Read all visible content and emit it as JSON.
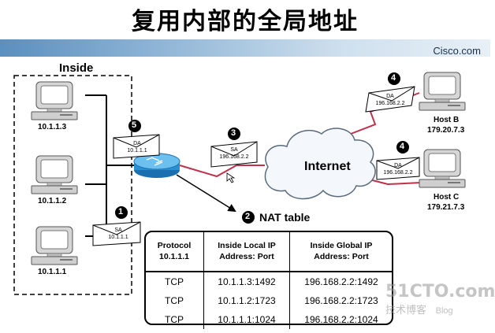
{
  "title": "复用内部的全局地址",
  "brand": "Cisco.com",
  "inside_label": "Inside",
  "internet_label": "Internet",
  "hosts_inside": [
    "10.1.1.3",
    "10.1.1.2",
    "10.1.1.1"
  ],
  "host_b": {
    "name": "Host B",
    "ip": "179.20.7.3"
  },
  "host_c": {
    "name": "Host C",
    "ip": "179.21.7.3"
  },
  "steps": {
    "s1": {
      "num": "1",
      "line1": "SA",
      "line2": "10.1.1.1"
    },
    "s3": {
      "num": "3",
      "line1": "SA",
      "line2": "196.168.2.2"
    },
    "s4b": {
      "num": "4",
      "line1": "DA",
      "line2": "196.168.2.2"
    },
    "s4c": {
      "num": "4",
      "line1": "DA",
      "line2": "196.168.2.2"
    },
    "s5": {
      "num": "5",
      "line1": "DA",
      "line2": "10.1.1.1"
    }
  },
  "nat": {
    "step": "2",
    "label": "NAT table",
    "headers": {
      "protocol": "Protocol",
      "protocol_sub": "10.1.1.1",
      "local_1": "Inside Local IP",
      "local_2": "Address: Port",
      "global_1": "Inside Global IP",
      "global_2": "Address: Port"
    },
    "rows": [
      {
        "proto": "TCP",
        "local": "10.1.1.3:1492",
        "global": "196.168.2.2:1492"
      },
      {
        "proto": "TCP",
        "local": "10.1.1.2:1723",
        "global": "196.168.2.2:1723"
      },
      {
        "proto": "TCP",
        "local": "10.1.1.1:1024",
        "global": "196.168.2.2:1024"
      }
    ]
  },
  "watermark": {
    "line1": "51CTO.com",
    "line2": "技术博客",
    "line3": "Blog"
  },
  "colors": {
    "band": "#5b8fbf",
    "link_red": "#c0304a",
    "router": "#2a8fd0"
  }
}
